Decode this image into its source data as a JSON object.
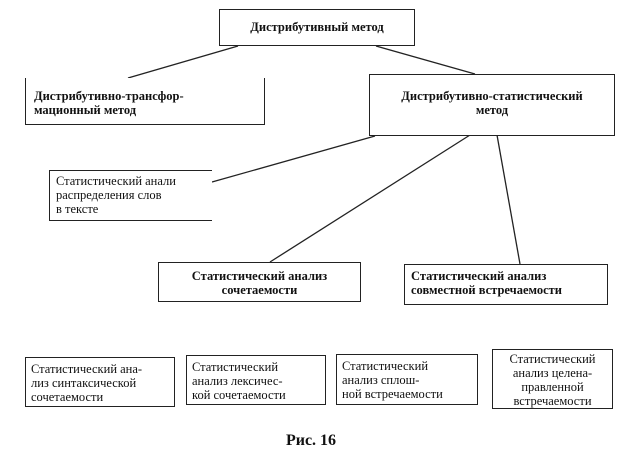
{
  "nodes": {
    "root": {
      "lines": [
        "Дистрибутивный метод"
      ]
    },
    "trans": {
      "lines": [
        "Дистрибутивно-трансфор-",
        "мационный метод"
      ]
    },
    "stat": {
      "lines": [
        "Дистрибутивно-статистический",
        "метод"
      ]
    },
    "dist_words": {
      "lines": [
        "Статистический анали",
        "распределения слов",
        "в тексте"
      ]
    },
    "combinability": {
      "lines": [
        "Статистический анализ",
        "сочетаемости"
      ]
    },
    "co_occurrence": {
      "lines": [
        "Статистический анализ",
        "совместной встречаемости"
      ]
    },
    "syntactic": {
      "lines": [
        "Статистический ана-",
        "лиз синтаксической",
        "сочетаемости"
      ]
    },
    "lexical": {
      "lines": [
        "Статистический",
        "анализ лексичес-",
        "кой сочетаемости"
      ]
    },
    "continuous": {
      "lines": [
        "Статистический",
        "анализ сплош-",
        "ной встречаемости"
      ]
    },
    "directed": {
      "lines": [
        "Статистический",
        "анализ целена-",
        "правленной",
        "встречаемости"
      ]
    }
  },
  "caption": "Рис. 16"
}
